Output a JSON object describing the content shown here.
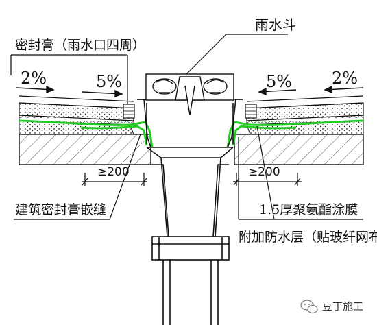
{
  "labels": {
    "rain_hopper": "雨水斗",
    "sealant_around": "密封膏（雨水口四周）",
    "slope_left_outer": "2%",
    "slope_left_inner": "5%",
    "slope_right_inner": "5%",
    "slope_right_outer": "2%",
    "dim_left": "≥200",
    "dim_right": "≥200",
    "joint_sealant": "建筑密封膏嵌缝",
    "pu_coating": "1.5厚聚氨酯涂膜",
    "extra_waterproof": "附加防水层（贴玻纤网布）"
  },
  "watermark": {
    "text": "豆丁施工",
    "icon": "wechat-icon"
  },
  "colors": {
    "line": "#111111",
    "membrane": "#22cc22"
  }
}
